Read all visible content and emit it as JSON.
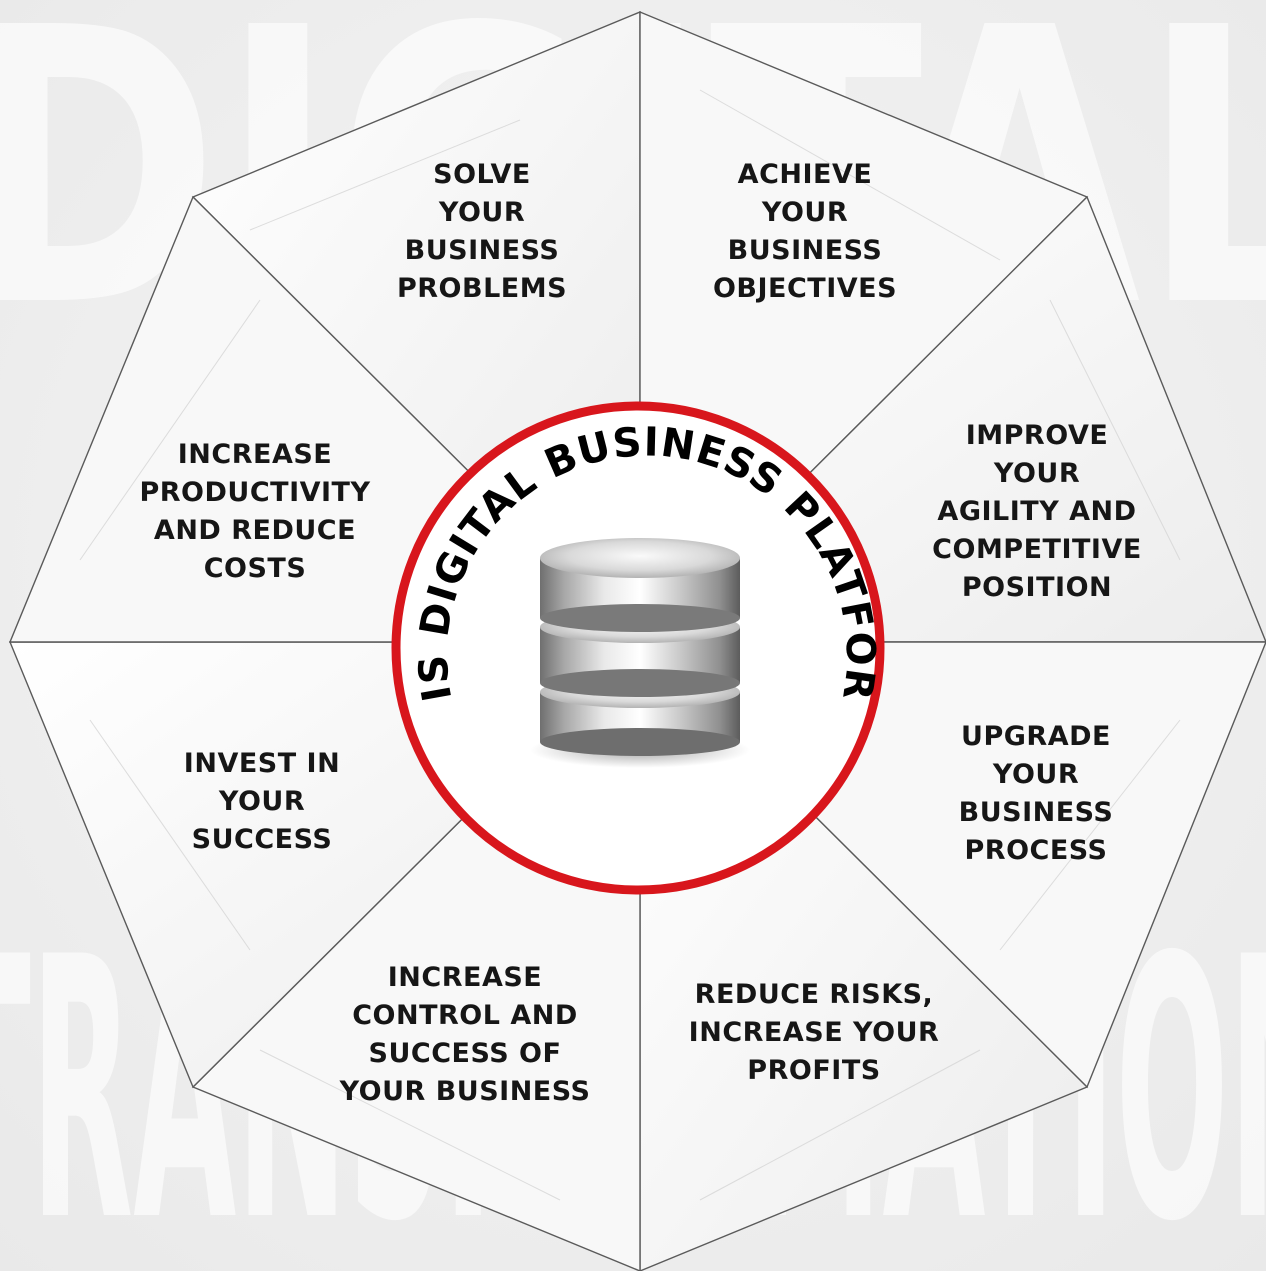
{
  "center": {
    "title": "MIS DIGITAL BUSINESS PLATFORM",
    "icon": "database-icon",
    "ring_color": "#d8161c"
  },
  "segments": [
    {
      "id": "solve",
      "label": "SOLVE\nYOUR\nBUSINESS\nPROBLEMS"
    },
    {
      "id": "achieve",
      "label": "ACHIEVE\nYOUR\nBUSINESS\nOBJECTIVES"
    },
    {
      "id": "agility",
      "label": "IMPROVE YOUR\nAGILITY AND\nCOMPETITIVE\nPOSITION"
    },
    {
      "id": "upgrade",
      "label": "UPGRADE\nYOUR\nBUSINESS\nPROCESS"
    },
    {
      "id": "reduce",
      "label": "REDUCE RISKS,\nINCREASE YOUR\nPROFITS"
    },
    {
      "id": "control",
      "label": "INCREASE\nCONTROL AND\nSUCCESS OF\nYOUR BUSINESS"
    },
    {
      "id": "invest",
      "label": "INVEST IN\nYOUR\nSUCCESS"
    },
    {
      "id": "productivity",
      "label": "INCREASE\nPRODUCTIVITY\nAND REDUCE\nCOSTS"
    }
  ],
  "background": {
    "watermark_top": "DIGITAL",
    "watermark_bottom": "TRANSFORMATION"
  }
}
